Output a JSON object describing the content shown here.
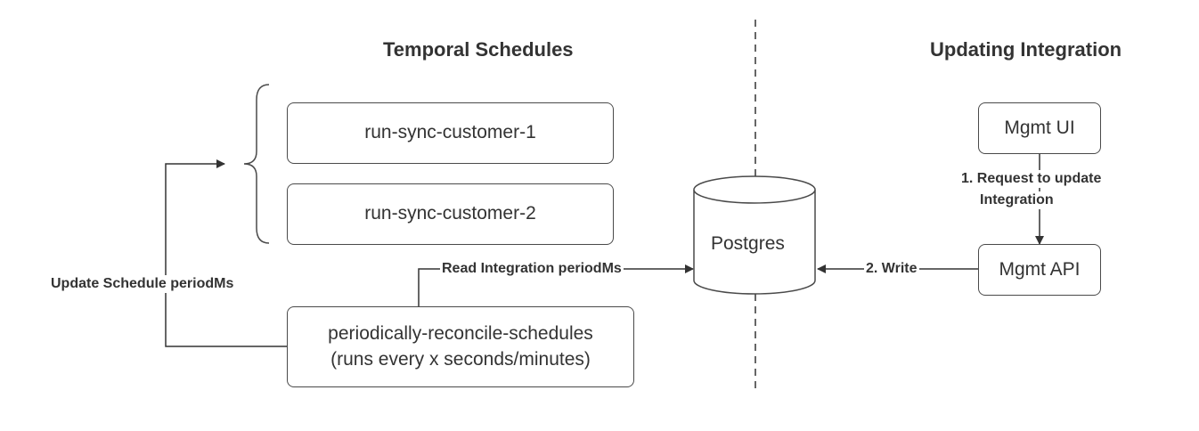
{
  "sections": {
    "left_title": "Temporal Schedules",
    "right_title": "Updating Integration"
  },
  "nodes": {
    "schedule_1": "run-sync-customer-1",
    "schedule_2": "run-sync-customer-2",
    "reconcile_line1": "periodically-reconcile-schedules",
    "reconcile_line2": "(runs every x seconds/minutes)",
    "postgres": "Postgres",
    "mgmt_ui": "Mgmt UI",
    "mgmt_api": "Mgmt API"
  },
  "edges": {
    "update_schedule": "Update Schedule periodMs",
    "read_integration": "Read Integration periodMs",
    "request_line1": "1. Request to update",
    "request_line2": "Integration",
    "write": "2. Write"
  },
  "colors": {
    "stroke": "#4a4a4a",
    "text": "#333333"
  }
}
